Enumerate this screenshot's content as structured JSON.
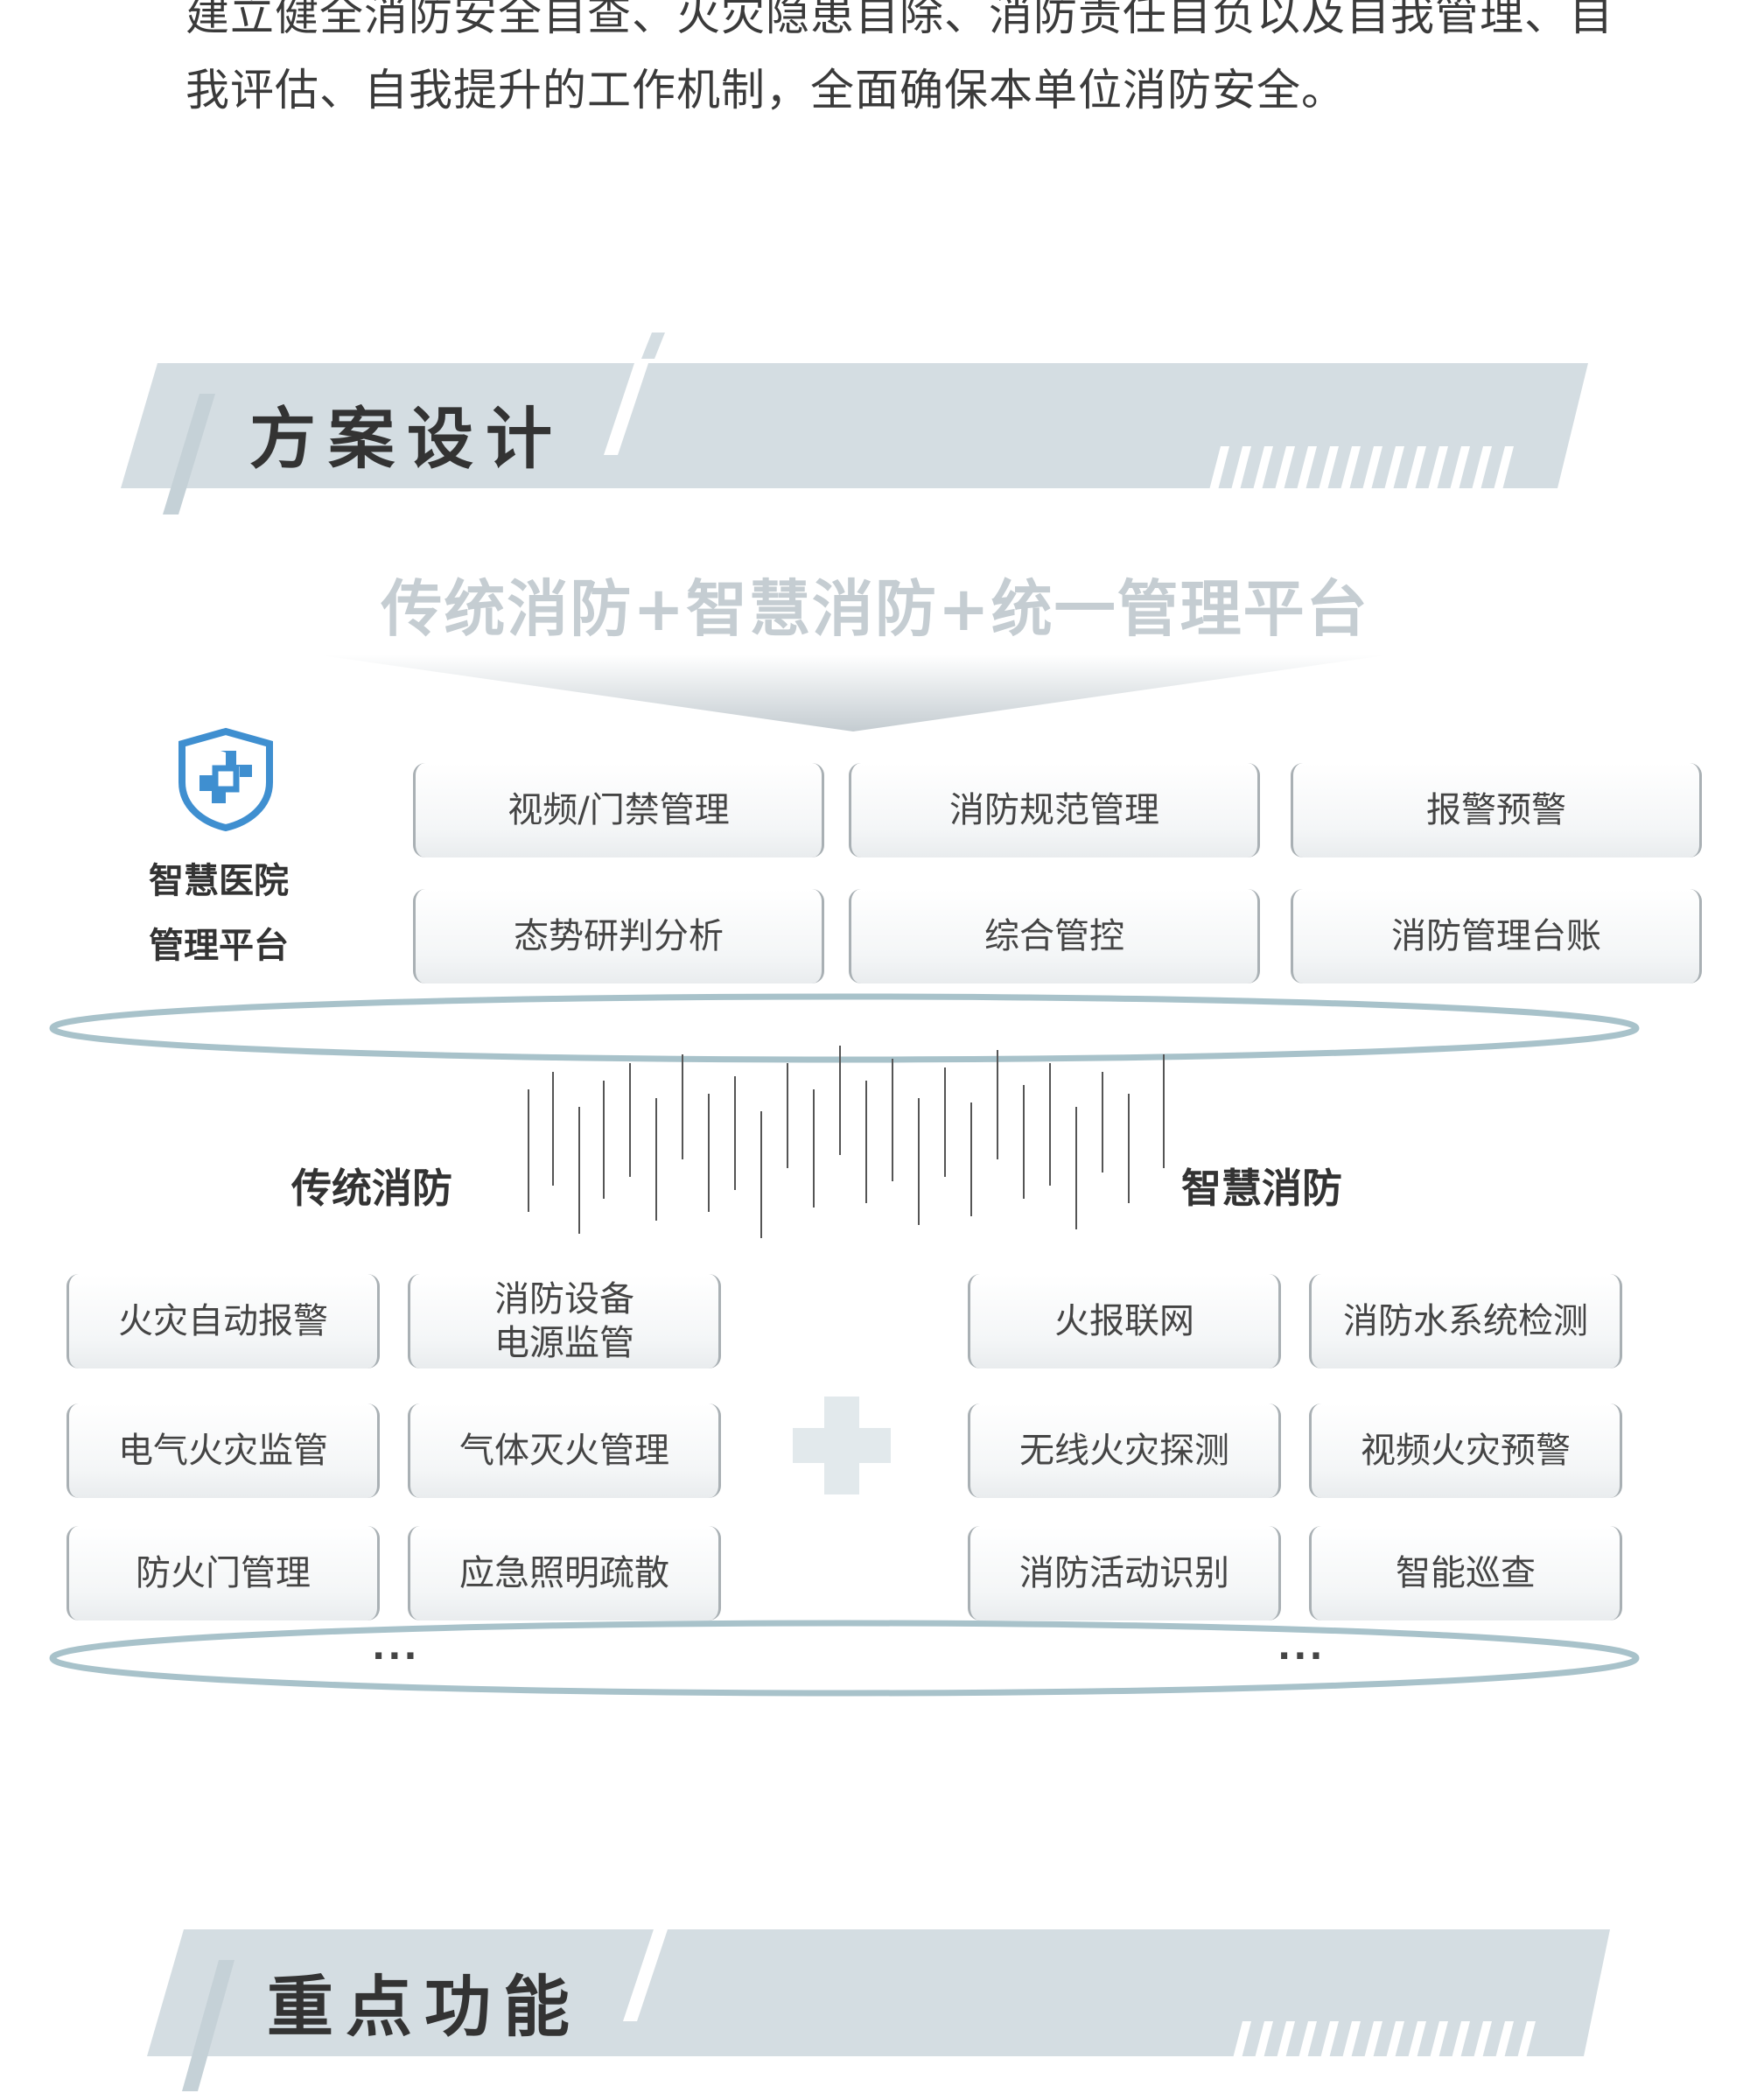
{
  "intro": {
    "line1": "建立健全消防安全自查、火灾隐患自除、消防责任自负以及自我管理、自",
    "line2": "我评估、自我提升的工作机制，全面确保本单位消防安全。"
  },
  "section1": {
    "title": "方案设计"
  },
  "platform": {
    "title": "传统消防+智慧消防+统一管理平台",
    "logo_icon": "hospital-shield-icon",
    "name_line1": "智慧医院",
    "name_line2": "管理平台",
    "modules": [
      "视频/门禁管理",
      "消防规范管理",
      "报警预警",
      "态势研判分析",
      "综合管控",
      "消防管理台账"
    ]
  },
  "traditional": {
    "title": "传统消防",
    "items": [
      "火灾自动报警",
      "消防设备\n电源监管",
      "电气火灾监管",
      "气体灭火管理",
      "防火门管理",
      "应急照明疏散"
    ],
    "more": "..."
  },
  "smart": {
    "title": "智慧消防",
    "items": [
      "火报联网",
      "消防水系统检测",
      "无线火灾探测",
      "视频火灾预警",
      "消防活动识别",
      "智能巡查"
    ],
    "more": "..."
  },
  "section2": {
    "title": "重点功能"
  },
  "colors": {
    "banner": "#d4dde2",
    "ring": "#a8c2ca",
    "plus": "#e2e9ec",
    "logo": "#3f8fd0",
    "box_border": "#a9b0b4"
  }
}
